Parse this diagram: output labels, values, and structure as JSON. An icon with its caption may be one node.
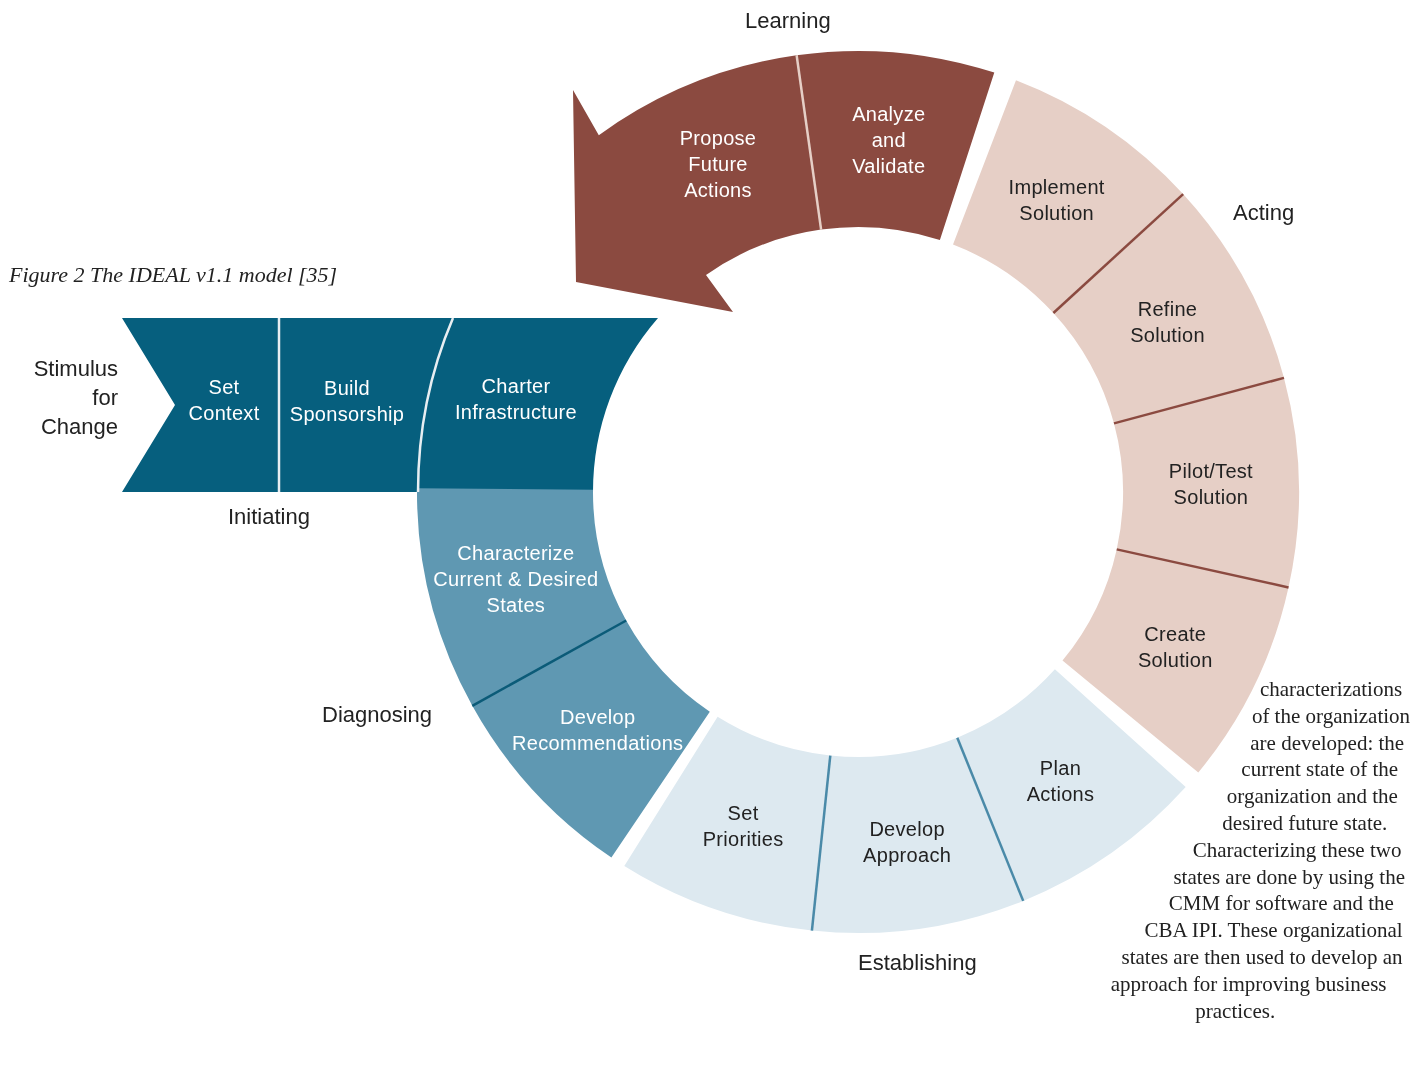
{
  "diagram": {
    "caption": "Figure 2 The IDEAL v1.1 model [35]",
    "nodes": [
      {
        "text": [
          "Set Context"
        ]
      },
      {
        "text": [
          "Build Sponsorship"
        ]
      },
      {
        "text": [
          "Charter Infrastructure"
        ]
      },
      {
        "text": [
          "Characterize Current & Desired States"
        ]
      },
      {
        "text": [
          "Develop Recommendations"
        ]
      },
      {
        "text": [
          "Set Priorities"
        ]
      },
      {
        "text": [
          "Develop Approach"
        ]
      },
      {
        "text": [
          "Plan Actions"
        ]
      },
      {
        "text": [
          "Create Solution"
        ]
      },
      {
        "text": [
          "Pilot/Test Solution"
        ]
      },
      {
        "text": [
          "Refine Solution"
        ]
      },
      {
        "text": [
          "Implement Solution"
        ]
      },
      {
        "text": [
          "Analyze and Validate"
        ]
      },
      {
        "text": [
          "Propose Future Actions"
        ]
      }
    ],
    "labels": [
      "Learning",
      "Acting",
      "Stimulus for Change",
      "Initiating",
      "Diagnosing",
      "Establishing",
      "characterizations of the organization are developed: the current state of the organization and the desired future state. Characterizing these two states are done by using the CMM for software and the CBA IPI. These organizational states are then used to develop an approach for improving business practices."
    ]
  }
}
